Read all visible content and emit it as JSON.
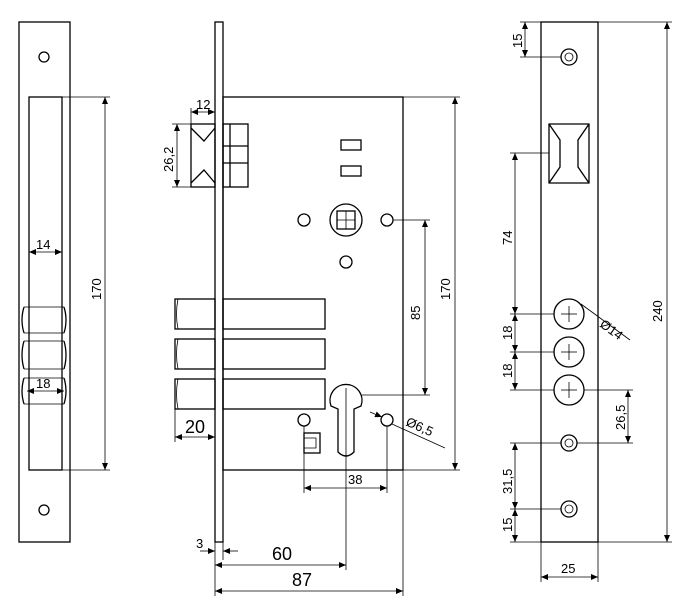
{
  "dimensions": {
    "left_plate": {
      "height_170": "170",
      "width_14": "14",
      "width_18": "18"
    },
    "body": {
      "deadbolt_12": "12",
      "deadbolt_26_2": "26,2",
      "bolts_20": "20",
      "backset_3": "3",
      "backset_60": "60",
      "overall_87": "87",
      "cylinder_38": "38",
      "hole_6_5": "Ø6,5",
      "vertical_85": "85",
      "vertical_170": "170"
    },
    "strike_plate": {
      "top_15": "15",
      "spacing_74": "74",
      "spacing_18a": "18",
      "spacing_18b": "18",
      "hole_14": "Ø14",
      "spacing_26_5": "26,5",
      "spacing_31_5": "31,5",
      "bottom_15": "15",
      "width_25": "25",
      "height_240": "240"
    }
  }
}
